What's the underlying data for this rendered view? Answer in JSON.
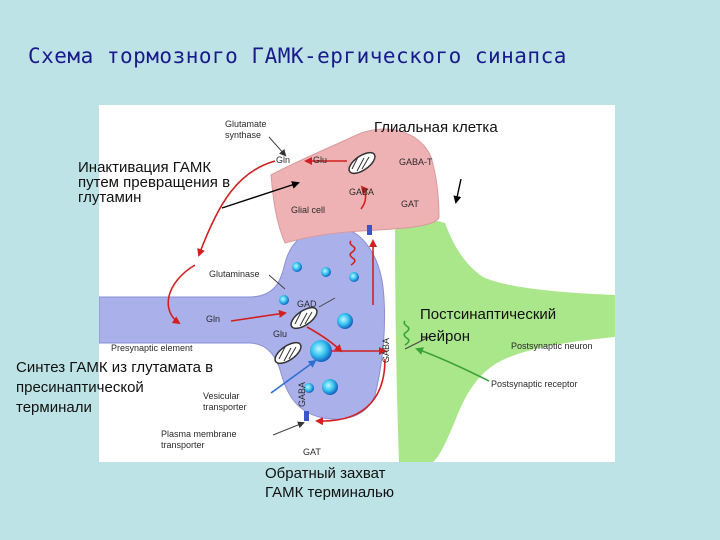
{
  "slide": {
    "title": "Схема тормозного ГАМК-ергического синапса"
  },
  "annotations": {
    "glial_cell": "Глиальная клетка",
    "inactivation": [
      "Инактивация ГАМК",
      "путем превращения в",
      "глутамин"
    ],
    "postsynaptic": [
      "Постсинаптический",
      "нейрон"
    ],
    "synthesis": [
      "Синтез ГАМК из глутамата в",
      "пресинаптической",
      "терминали"
    ],
    "reuptake": [
      "Обратный захват",
      "ГАМК терминалью"
    ]
  },
  "diagram_labels": {
    "glutamate_synthase": [
      "Glutamate",
      "synthase"
    ],
    "gln_glial": "Gln",
    "glu_glial": "Glu",
    "gaba_t": "GABA-T",
    "gaba_glial": "GABA",
    "glial_cell": "Glial cell",
    "gat_glial": "GAT",
    "glutaminase": "Glutaminase",
    "gad": "GAD",
    "gln_pre": "Gln",
    "glu_pre": "Glu",
    "gaba_vertical_1": "GABA",
    "gaba_vertical_2": "GABA",
    "presynaptic_element": "Presynaptic element",
    "postsynaptic_neuron": "Postsynaptic neuron",
    "vesicular_transporter": [
      "Vesicular",
      "transporter"
    ],
    "postsynaptic_receptor": "Postsynaptic receptor",
    "plasma_membrane_transporter": [
      "Plasma membrane",
      "transporter"
    ],
    "gat_pre": "GAT"
  },
  "colors": {
    "background": "#bde3e6",
    "title": "#1a1a8c",
    "presynaptic": "#aab0ea",
    "glial": "#efb2b4",
    "postsynaptic": "#aae68a",
    "arrow_red": "#d22020",
    "arrow_blue": "#2f6fd0",
    "arrow_green": "#3aa23a"
  }
}
